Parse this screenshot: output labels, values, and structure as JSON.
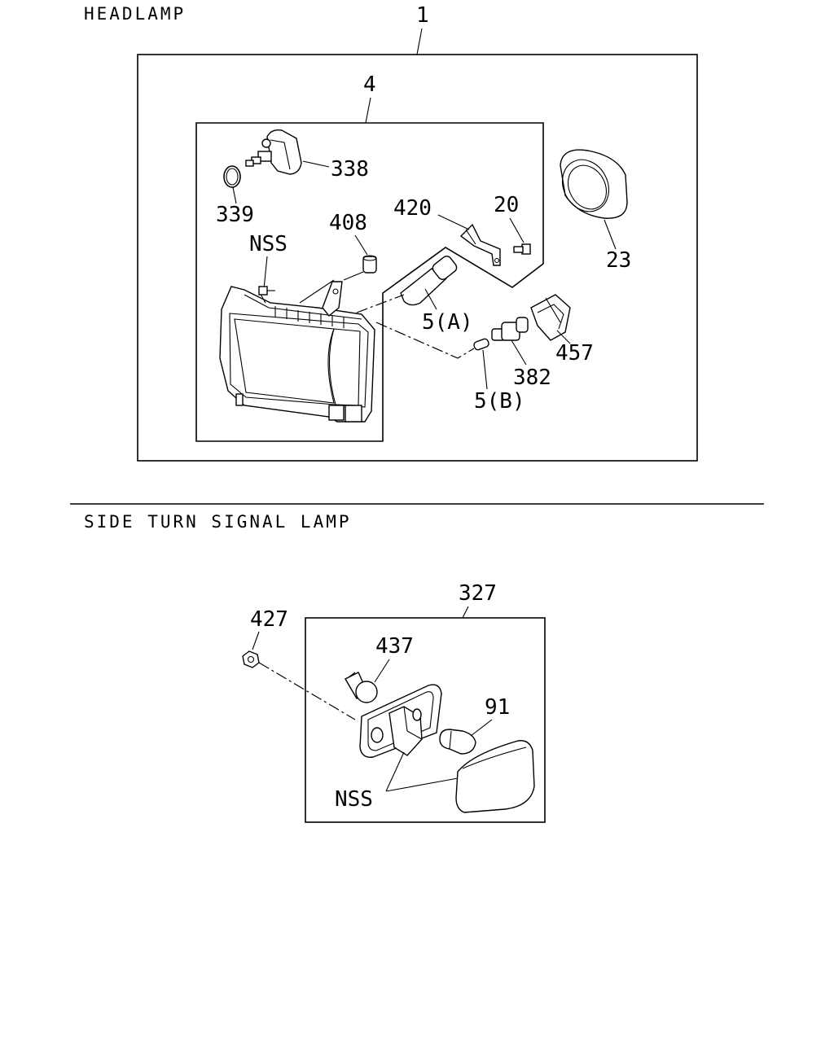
{
  "sections": {
    "headlamp": {
      "title": "HEADLAMP",
      "callouts": {
        "c1": "1",
        "c4": "4",
        "c338": "338",
        "c339": "339",
        "c408": "408",
        "nss": "NSS",
        "c420": "420",
        "c20": "20",
        "c23": "23",
        "c5a": "5(A)",
        "c457": "457",
        "c382": "382",
        "c5b": "5(B)"
      }
    },
    "side_turn_signal_lamp": {
      "title": "SIDE TURN SIGNAL LAMP",
      "callouts": {
        "c327": "327",
        "c427": "427",
        "c437": "437",
        "c91": "91",
        "nss": "NSS"
      }
    }
  }
}
